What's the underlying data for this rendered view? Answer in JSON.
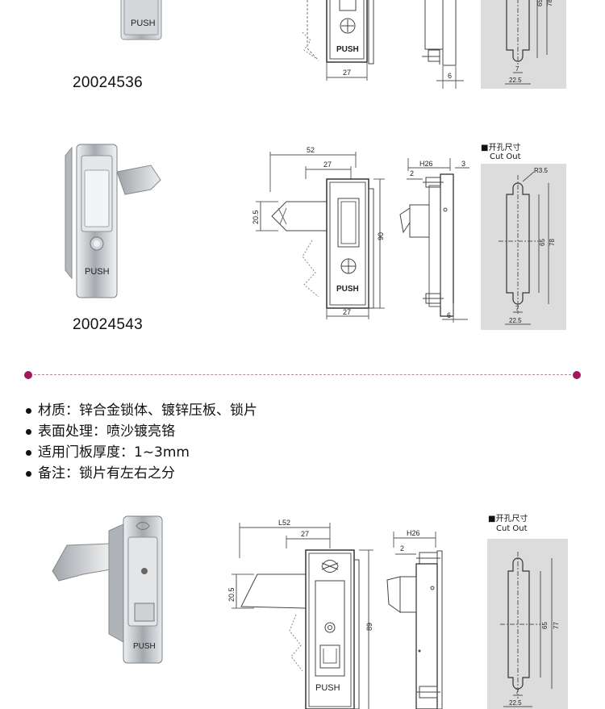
{
  "products": [
    {
      "code": "20024536",
      "push_text": "PUSH",
      "dims": {
        "w27": "27",
        "w22_5": "22.5",
        "d7": "7",
        "d6": "6",
        "h78": "78",
        "h65": "65"
      }
    },
    {
      "code": "20024543",
      "push_text": "PUSH",
      "dims": {
        "l52": "52",
        "w27_top": "27",
        "w27_bottom": "27",
        "h20_5": "20.5",
        "h90": "90",
        "h26": "H26",
        "d2": "2",
        "d3": "3",
        "d6": "6",
        "r3_5": "R3.5",
        "h78": "78",
        "h65": "65",
        "d7": "7",
        "w22_5": "22.5"
      }
    },
    {
      "code": "",
      "push_text": "PUSH",
      "dims": {
        "l52": "L52",
        "w27": "27",
        "h20_5": "20.5",
        "h89": "89",
        "h26": "H26",
        "d2": "2",
        "h77": "77",
        "h65": "65",
        "d7": "7",
        "w22_5": "22.5"
      }
    }
  ],
  "cutout": {
    "label_cn": "■开孔尺寸",
    "label_en": "Cut Out"
  },
  "specs": [
    "材质：锌合金锁体、镀锌压板、锁片",
    "表面处理：喷沙镀亮铬",
    "适用门板厚度：1~3mm",
    "备注：锁片有左右之分"
  ],
  "colors": {
    "accent": "#a0195a",
    "cutout_bg": "#dcdcdc",
    "metal": "#c9ccd0"
  }
}
